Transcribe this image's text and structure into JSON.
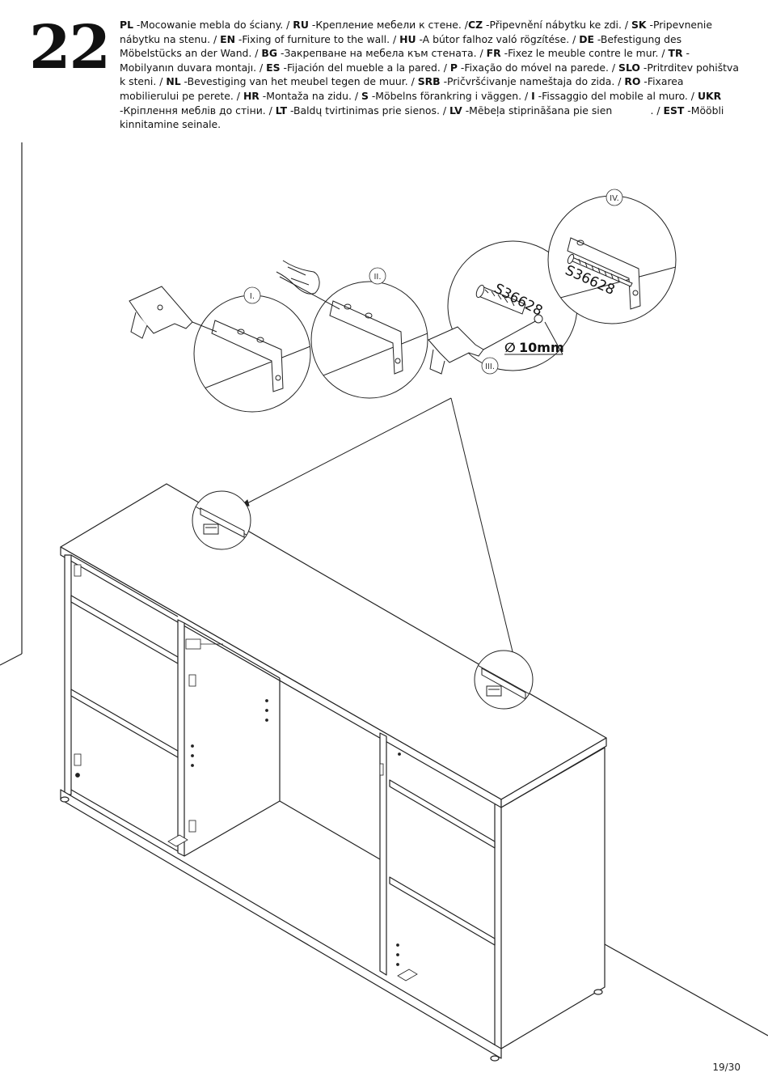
{
  "step": "22",
  "instructions": [
    {
      "code": "PL",
      "sep": " -",
      "text": "Mocowanie mebla do ściany. / "
    },
    {
      "code": "RU",
      "sep": " -",
      "text": "Крепление мебели к стене. /"
    },
    {
      "code": "CZ",
      "sep": " -",
      "text": "Připevnění nábytku ke zdi. / "
    },
    {
      "code": "SK",
      "sep": " -",
      "text": "Pripevnenie nábytku na stenu. / "
    },
    {
      "code": "EN",
      "sep": " -",
      "text": "Fixing of furniture to the wall. / "
    },
    {
      "code": "HU",
      "sep": " -",
      "text": "A bútor falhoz való rögzítése. / "
    },
    {
      "code": "DE",
      "sep": " -",
      "text": "Befestigung des Möbelstücks an der Wand. / "
    },
    {
      "code": "BG",
      "sep": " -",
      "text": "Закрепване на мебела към стената. / "
    },
    {
      "code": "FR",
      "sep": " -",
      "text": "Fixez le meuble contre le mur. / "
    },
    {
      "code": "TR",
      "sep": " -",
      "text": "Mobilyanın duvara montajı. / "
    },
    {
      "code": "ES",
      "sep": " -",
      "text": "Fijación del mueble a la pared. / "
    },
    {
      "code": "P",
      "sep": " -",
      "text": "Fixação do móvel na parede. / "
    },
    {
      "code": "SLO",
      "sep": " -",
      "text": "Pritrditev pohištva k steni. / "
    },
    {
      "code": "NL",
      "sep": " -",
      "text": "Bevestiging van het meubel tegen de muur. / "
    },
    {
      "code": "SRB",
      "sep": " -",
      "text": "Pričvršćivanje nameštaja do zida. / "
    },
    {
      "code": "RO",
      "sep": " -",
      "text": "Fixarea mobilierului pe perete. / "
    },
    {
      "code": "HR",
      "sep": " -",
      "text": "Montaža na zidu. / "
    },
    {
      "code": "S",
      "sep": " -",
      "text": "Möbelns förankring i väggen. / "
    },
    {
      "code": "I",
      "sep": " -",
      "text": "Fissaggio del mobile al muro. / "
    },
    {
      "code": "UKR",
      "sep": " -",
      "text": "Кріплення меблів до стіни. / "
    },
    {
      "code": "LT",
      "sep": " -",
      "text": "Baldų tvirtinimas prie sienos. / "
    },
    {
      "code": "LV",
      "sep": " -",
      "text": "Mēbeļa stiprināšana pie sien            . / "
    },
    {
      "code": "EST",
      "sep": " -",
      "text": "Mööbli kinnitamine seinale."
    }
  ],
  "detail_labels": {
    "d1": "I.",
    "d2": "II.",
    "d3": "III.",
    "d4": "IV."
  },
  "part_codes": {
    "dowel": "S36628",
    "screw": "S36628"
  },
  "drill_diameter": "10mm",
  "page_number": "19/30"
}
